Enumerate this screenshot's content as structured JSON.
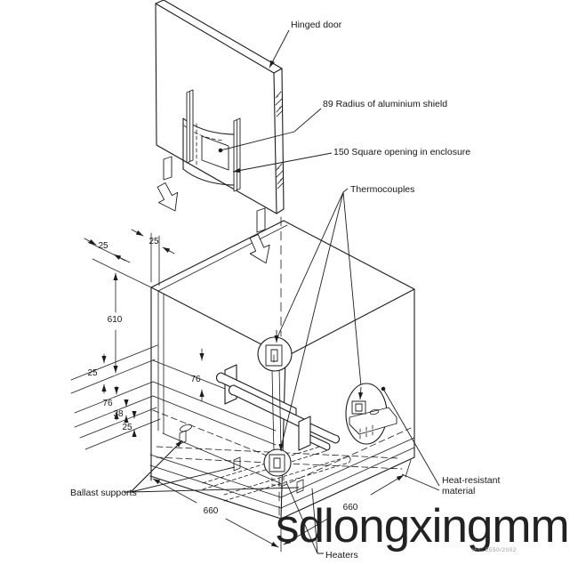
{
  "labels": {
    "hinged_door": "Hinged door",
    "shield_radius": "89 Radius of aluminium shield",
    "square_opening": "150 Square opening in enclosure",
    "thermocouples": "Thermocouples",
    "heat_resistant_line1": "Heat-resistant",
    "heat_resistant_line2": "material",
    "ballast_supports": "Ballast supports",
    "heaters": "Heaters"
  },
  "dimensions": {
    "door_frame_top": "25",
    "wall_left": "25",
    "interior_height": "610",
    "floor_gap": "25",
    "ballast_height": "76",
    "support_height": "38",
    "floor_thickness": "25",
    "heater_height": "76",
    "width_front": "660",
    "depth_side": "660"
  },
  "watermark": {
    "text": "sdlongxingmm"
  },
  "caption": {
    "text": "IEC  5550/2002"
  }
}
